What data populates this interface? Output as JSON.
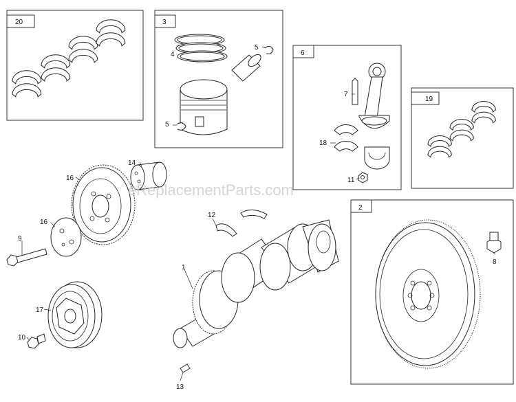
{
  "watermark": "eReplacementParts.com",
  "boxes": {
    "box_20": "20",
    "box_3": "3",
    "box_6": "6",
    "box_19": "19",
    "box_2": "2"
  },
  "callouts": {
    "c4": "4",
    "c5a": "5",
    "c5b": "5",
    "c7": "7",
    "c18": "18",
    "c11": "11",
    "c14": "14",
    "c16a": "16",
    "c16b": "16",
    "c9": "9",
    "c12": "12",
    "c1": "1",
    "c17": "17",
    "c10": "10",
    "c13": "13",
    "c8": "8"
  }
}
